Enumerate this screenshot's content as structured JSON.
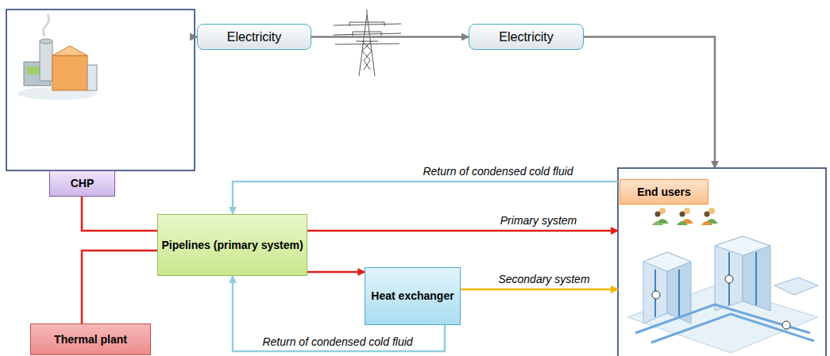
{
  "diagram": {
    "nodes": [
      {
        "text": [
          "CHP"
        ]
      },
      {
        "text": [
          "Electricity"
        ]
      },
      {
        "text": [
          "Electricity"
        ]
      },
      {
        "text": [
          "End users"
        ]
      },
      {
        "text": [
          "Pipelines (primary system)"
        ]
      },
      {
        "text": [
          "Heat exchanger"
        ]
      },
      {
        "text": [
          "Thermal plant"
        ]
      }
    ],
    "edges": [
      {
        "from": 0,
        "to": 1,
        "arrow": "to"
      },
      {
        "from": 1,
        "to": 2,
        "arrow": "to"
      },
      {
        "from": 2,
        "to": 3,
        "arrow": "to"
      },
      {
        "from": 0,
        "to": 4,
        "arrow": "none"
      },
      {
        "from": 6,
        "to": 4,
        "arrow": "none"
      },
      {
        "from": 4,
        "to": 3,
        "label": "Primary system",
        "arrow": "to"
      },
      {
        "from": 4,
        "to": 5,
        "arrow": "to"
      },
      {
        "from": 5,
        "to": 3,
        "label": "Secondary system",
        "arrow": "to"
      },
      {
        "from": 3,
        "to": 4,
        "label": "Return of condensed cold fluid",
        "arrow": "to"
      },
      {
        "from": 5,
        "to": 4,
        "label": "Return of condensed cold fluid",
        "arrow": "to"
      }
    ]
  }
}
